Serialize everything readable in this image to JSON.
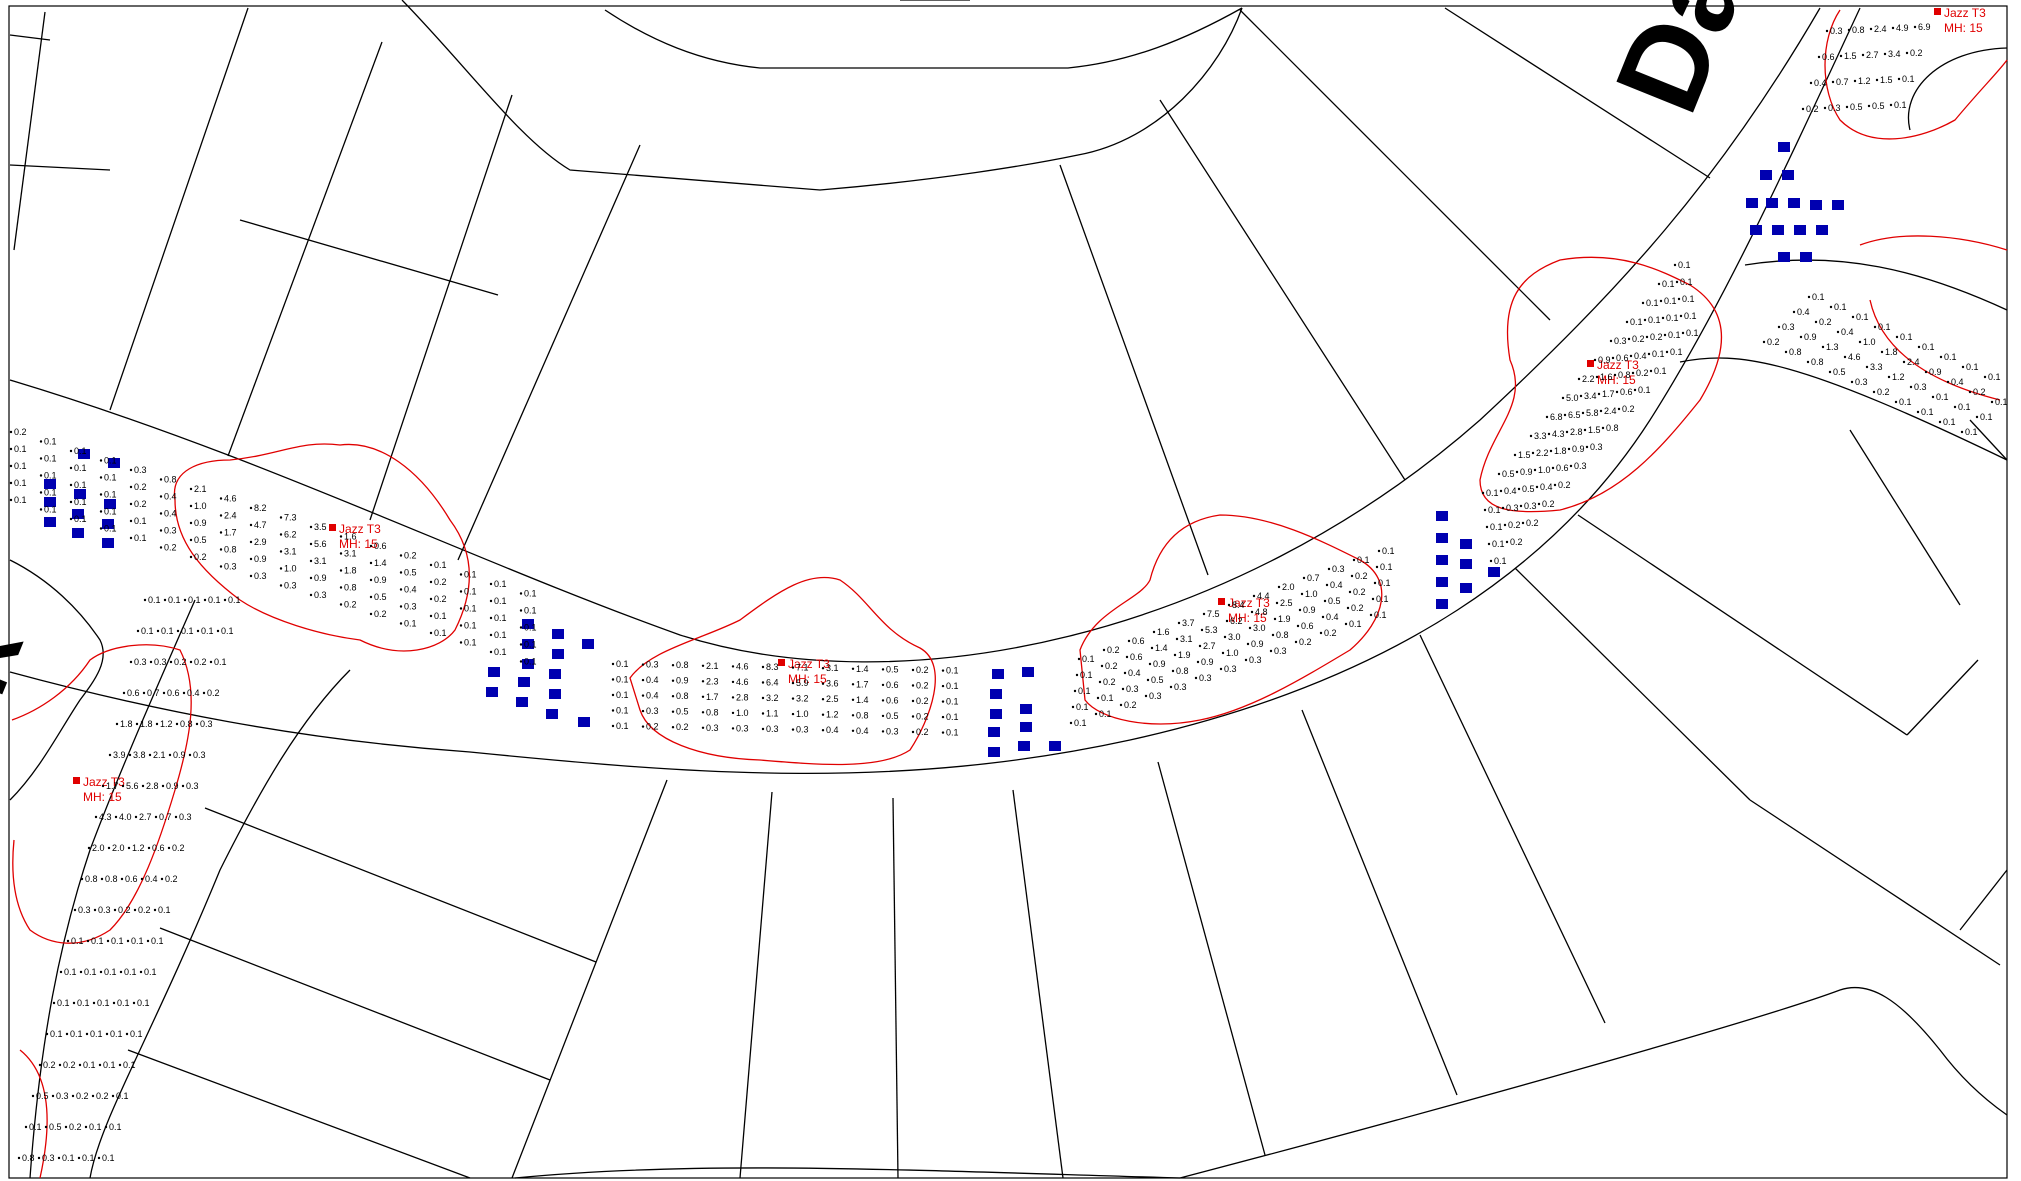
{
  "colors": {
    "background": "#ffffff",
    "linework": "#000000",
    "contour": "#e00000",
    "luminaire": "#e00000",
    "marker": "#0000b0"
  },
  "street_labels": [
    "Da",
    "R"
  ],
  "luminaires": [
    {
      "name": "Jazz T3",
      "mh": "MH: 15"
    },
    {
      "name": "Jazz T3",
      "mh": "MH: 15"
    },
    {
      "name": "Jazz T3",
      "mh": "MH: 15"
    },
    {
      "name": "Jazz T3",
      "mh": "MH: 15"
    },
    {
      "name": "Jazz T3",
      "mh": "MH: 15"
    },
    {
      "name": "Jazz T3",
      "mh": "MH: 15"
    }
  ],
  "calc_grids": [
    {
      "id": "left-arc",
      "rows": [
        [
          "0.2",
          "0.1",
          "0.1",
          "0.1",
          "0.3",
          "0.8",
          "2.1",
          "4.6",
          "8.2",
          "7.3",
          "3.5",
          "1.6",
          "0.6",
          "0.2",
          "0.1",
          "0.1",
          "0.1",
          "0.1"
        ],
        [
          "0.1",
          "0.1",
          "0.1",
          "0.1",
          "0.2",
          "0.4",
          "1.0",
          "2.4",
          "4.7",
          "6.2",
          "5.6",
          "3.1",
          "1.4",
          "0.5",
          "0.2",
          "0.1",
          "0.1",
          "0.1"
        ],
        [
          "0.1",
          "0.1",
          "0.1",
          "0.1",
          "0.2",
          "0.4",
          "0.9",
          "1.7",
          "2.9",
          "3.1",
          "3.1",
          "1.8",
          "0.9",
          "0.4",
          "0.2",
          "0.1",
          "0.1",
          "0.1"
        ],
        [
          "0.1",
          "0.1",
          "0.1",
          "0.1",
          "0.1",
          "0.3",
          "0.5",
          "0.8",
          "0.9",
          "1.0",
          "0.9",
          "0.8",
          "0.5",
          "0.3",
          "0.1",
          "0.1",
          "0.1",
          "0.1"
        ],
        [
          "0.1",
          "0.1",
          "0.1",
          "0.1",
          "0.1",
          "0.2",
          "0.2",
          "0.3",
          "0.3",
          "0.3",
          "0.3",
          "0.2",
          "0.2",
          "0.1",
          "0.1",
          "0.1",
          "0.1",
          "0.1"
        ]
      ]
    },
    {
      "id": "center-arc",
      "rows": [
        [
          "0.1",
          "0.3",
          "0.8",
          "2.1",
          "4.6",
          "8.3",
          "7.1",
          "3.1",
          "1.4",
          "0.5",
          "0.2",
          "0.1"
        ],
        [
          "0.1",
          "0.4",
          "0.9",
          "2.3",
          "4.6",
          "6.4",
          "5.9",
          "3.6",
          "1.7",
          "0.6",
          "0.2",
          "0.1"
        ],
        [
          "0.1",
          "0.4",
          "0.8",
          "1.7",
          "2.8",
          "3.2",
          "3.2",
          "2.5",
          "1.4",
          "0.6",
          "0.2",
          "0.1"
        ],
        [
          "0.1",
          "0.3",
          "0.5",
          "0.8",
          "1.0",
          "1.1",
          "1.0",
          "1.2",
          "0.8",
          "0.5",
          "0.2",
          "0.1"
        ],
        [
          "0.1",
          "0.2",
          "0.2",
          "0.3",
          "0.3",
          "0.3",
          "0.3",
          "0.4",
          "0.4",
          "0.3",
          "0.2",
          "0.1"
        ]
      ]
    },
    {
      "id": "right-arc",
      "rows": [
        [
          "0.1",
          "0.2",
          "0.6",
          "1.6",
          "3.7",
          "7.5",
          "8.4",
          "4.4",
          "2.0",
          "0.7",
          "0.3",
          "0.1",
          "0.1"
        ],
        [
          "0.1",
          "0.2",
          "0.6",
          "1.4",
          "3.1",
          "5.3",
          "6.2",
          "4.8",
          "2.5",
          "1.0",
          "0.4",
          "0.2",
          "0.1"
        ],
        [
          "0.1",
          "0.2",
          "0.4",
          "0.9",
          "1.9",
          "2.7",
          "3.0",
          "3.0",
          "1.9",
          "0.9",
          "0.5",
          "0.2",
          "0.1"
        ],
        [
          "0.1",
          "0.1",
          "0.3",
          "0.5",
          "0.8",
          "0.9",
          "1.0",
          "0.9",
          "0.8",
          "0.6",
          "0.4",
          "0.2",
          "0.1"
        ],
        [
          "0.1",
          "0.1",
          "0.2",
          "0.3",
          "0.3",
          "0.3",
          "0.3",
          "0.3",
          "0.3",
          "0.2",
          "0.2",
          "0.1",
          "0.1"
        ]
      ]
    },
    {
      "id": "upper-right",
      "rows": [
        [
          "0.1",
          "0.5",
          "1.5",
          "3.3",
          "6.8",
          "5.0",
          "2.2",
          "0.9",
          "0.3",
          "0.1",
          "0.1",
          "0.1",
          "0.1"
        ],
        [
          "0.1",
          "0.4",
          "0.9",
          "2.2",
          "4.3",
          "6.5",
          "3.4",
          "1.6",
          "0.6",
          "0.2",
          "0.1",
          "0.1",
          "0.1"
        ],
        [
          "0.1",
          "0.3",
          "0.5",
          "1.0",
          "1.8",
          "2.8",
          "5.8",
          "1.7",
          "0.8",
          "0.4",
          "0.2",
          "0.1",
          "0.1"
        ],
        [
          "0.1",
          "0.2",
          "0.3",
          "0.4",
          "0.6",
          "0.9",
          "1.5",
          "2.4",
          "0.6",
          "0.2",
          "0.1",
          "0.1",
          "0.1"
        ],
        [
          "0.1",
          "0.2",
          "0.2",
          "0.2",
          "0.2",
          "0.3",
          "0.3",
          "0.8",
          "0.2",
          "0.1",
          "0.1",
          "0.1",
          "0.1"
        ]
      ]
    },
    {
      "id": "top-right",
      "rows": [
        [
          "0.3",
          "0.8",
          "2.4",
          "4.9",
          "6.9"
        ],
        [
          "0.6",
          "1.5",
          "2.7",
          "3.4",
          "0.2"
        ],
        [
          "0.4",
          "0.7",
          "1.2",
          "1.5",
          "0.1"
        ],
        [
          "0.2",
          "0.3",
          "0.5",
          "0.5",
          "0.1"
        ]
      ]
    },
    {
      "id": "side-street",
      "rows": [
        [
          "0.1",
          "0.1",
          "0.1",
          "0.1",
          "0.1",
          "0.1",
          "0.1",
          "0.1",
          "0.1",
          "0.1"
        ],
        [
          "0.4",
          "0.2",
          "0.4",
          "1.0",
          "1.8",
          "2.4",
          "0.9",
          "0.4",
          "0.2",
          "0.1"
        ],
        [
          "0.3",
          "0.9",
          "1.3",
          "4.6",
          "3.3",
          "1.2",
          "0.3",
          "0.1",
          "0.1",
          "0.1"
        ],
        [
          "0.2",
          "0.8",
          "0.8",
          "0.5",
          "0.3",
          "0.2",
          "0.1",
          "0.1",
          "0.1",
          "0.1"
        ]
      ]
    },
    {
      "id": "left-street",
      "rows": [
        [
          "0.1",
          "0.1",
          "0.3",
          "0.6",
          "1.8",
          "3.9",
          "1.7",
          "4.3",
          "2.0",
          "0.8",
          "0.3",
          "0.1",
          "0.1",
          "0.1",
          "0.1",
          "0.2",
          "0.5",
          "0.1",
          "0.8"
        ],
        [
          "0.1",
          "0.1",
          "0.3",
          "0.7",
          "1.8",
          "3.8",
          "5.6",
          "4.0",
          "2.0",
          "0.8",
          "0.3",
          "0.1",
          "0.1",
          "0.1",
          "0.1",
          "0.2",
          "0.3",
          "0.5",
          "0.3"
        ],
        [
          "0.1",
          "0.1",
          "0.2",
          "0.6",
          "1.2",
          "2.1",
          "2.8",
          "2.7",
          "1.2",
          "0.6",
          "0.2",
          "0.1",
          "0.1",
          "0.1",
          "0.1",
          "0.1",
          "0.2",
          "0.2",
          "0.1"
        ],
        [
          "0.1",
          "0.1",
          "0.2",
          "0.4",
          "0.8",
          "0.9",
          "0.9",
          "0.7",
          "0.6",
          "0.4",
          "0.2",
          "0.1",
          "0.1",
          "0.1",
          "0.1",
          "0.1",
          "0.2",
          "0.1",
          "0.1"
        ],
        [
          "0.1",
          "0.1",
          "0.1",
          "0.2",
          "0.3",
          "0.3",
          "0.3",
          "0.3",
          "0.2",
          "0.2",
          "0.1",
          "0.1",
          "0.1",
          "0.1",
          "0.1",
          "0.1",
          "0.1",
          "0.1",
          "0.1"
        ]
      ]
    }
  ]
}
